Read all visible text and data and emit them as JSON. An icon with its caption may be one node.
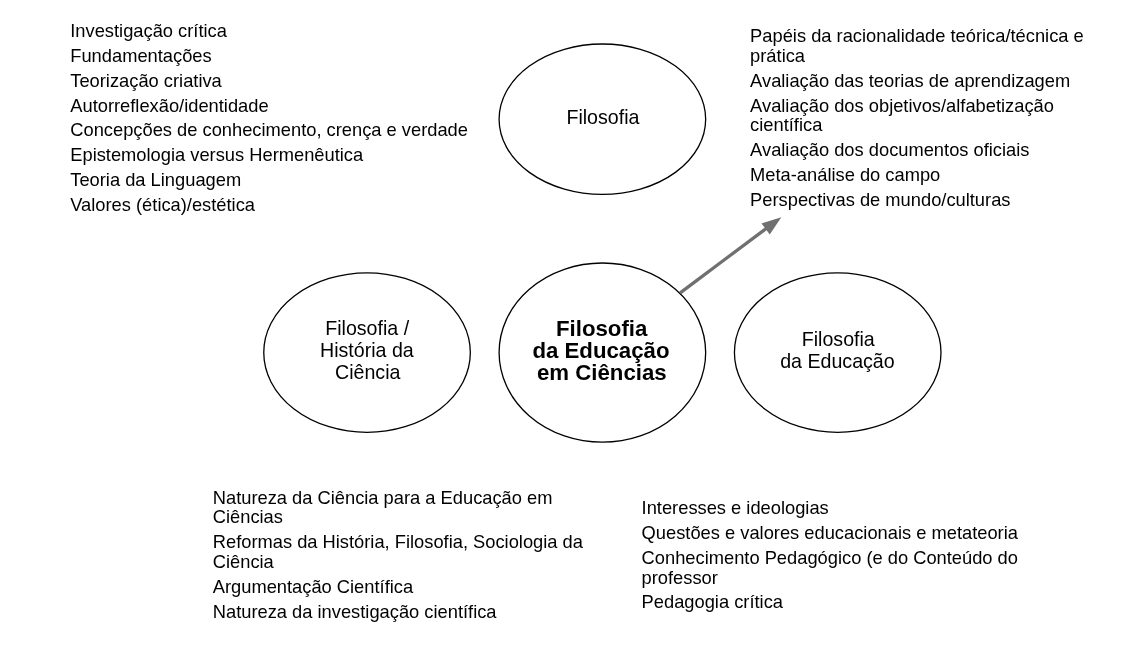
{
  "diagram": {
    "nodes": [
      {
        "text": [
          "Filosofia"
        ]
      },
      {
        "text": [
          "Papéis da racionalidade teórica/técnica e prática",
          "Avaliação das teorias de aprendizagem",
          "Avaliação dos objetivos/alfabetização científica",
          "Avaliação dos documentos oficiais",
          "Meta-análise do campo",
          "Perspectivas de mundo/culturas"
        ]
      },
      {
        "text": [
          "Filosofia da Educação em Ciências"
        ]
      },
      {
        "text": [
          "Filosofia / História da Ciência"
        ]
      },
      {
        "text": [
          "Filosofia da Educação"
        ]
      }
    ],
    "edges": [
      {
        "from": 2,
        "to": 1,
        "arrow": "to",
        "color": "#707070"
      }
    ],
    "labels": [
      "Investigação crítica",
      "Fundamentações",
      "Teorização criativa",
      "Autorreflexão/identidade",
      "Concepções de conhecimento, crença e verdade",
      "Epistemologia versus Hermenêutica",
      "Teoria da Linguagem",
      "Valores (ética)/estética",
      "Natureza da Ciência para a Educação em Ciências",
      "Reformas da História, Filosofia, Sociologia da Ciência",
      "Argumentação Científica",
      "Natureza da investigação científica",
      "Interesses e ideologias",
      "Questões e valores educacionais e metateoria",
      "Conhecimento Pedagógico (e do Conteúdo do professor",
      "Pedagogia crítica"
    ]
  }
}
